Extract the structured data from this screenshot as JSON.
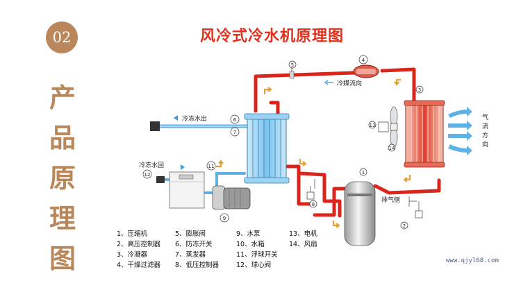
{
  "badge": "02",
  "side_title": [
    "产",
    "品",
    "原",
    "理",
    "图"
  ],
  "title": "风冷式冷水机原理图",
  "labels": {
    "water_out": "冷冻水出",
    "water_back": "冷冻水回",
    "refrigerant_flow": "冷媒流向",
    "exhaust_side": "排气侧",
    "airflow": [
      "气",
      "流",
      "方",
      "向"
    ]
  },
  "markers": {
    "m1": "1",
    "m2": "2",
    "m3": "3",
    "m4": "4",
    "m5": "5",
    "m6": "6",
    "m7": "7",
    "m8": "8",
    "m9": "9",
    "m11": "11",
    "m12": "12",
    "m13": "13",
    "m14": "14"
  },
  "legend": [
    [
      "1、压缩机",
      "5、膨胀阀",
      "9、水泵",
      "13、电机"
    ],
    [
      "2、高压控制器",
      "6、防冻开关",
      "10、水箱",
      "14、风扇"
    ],
    [
      "3、冷凝器",
      "7、蒸发器",
      "11、浮球开关",
      ""
    ],
    [
      "4、干燥过滤器",
      "8、低压控制器",
      "12、球心阀",
      ""
    ]
  ],
  "watermark": "www.qjyl68.com",
  "colors": {
    "accent": "#b9875a",
    "title": "#e0301e",
    "refrigerant": "#d9251b",
    "water": "#5fb2e6",
    "arrow": "#e3a13a"
  }
}
